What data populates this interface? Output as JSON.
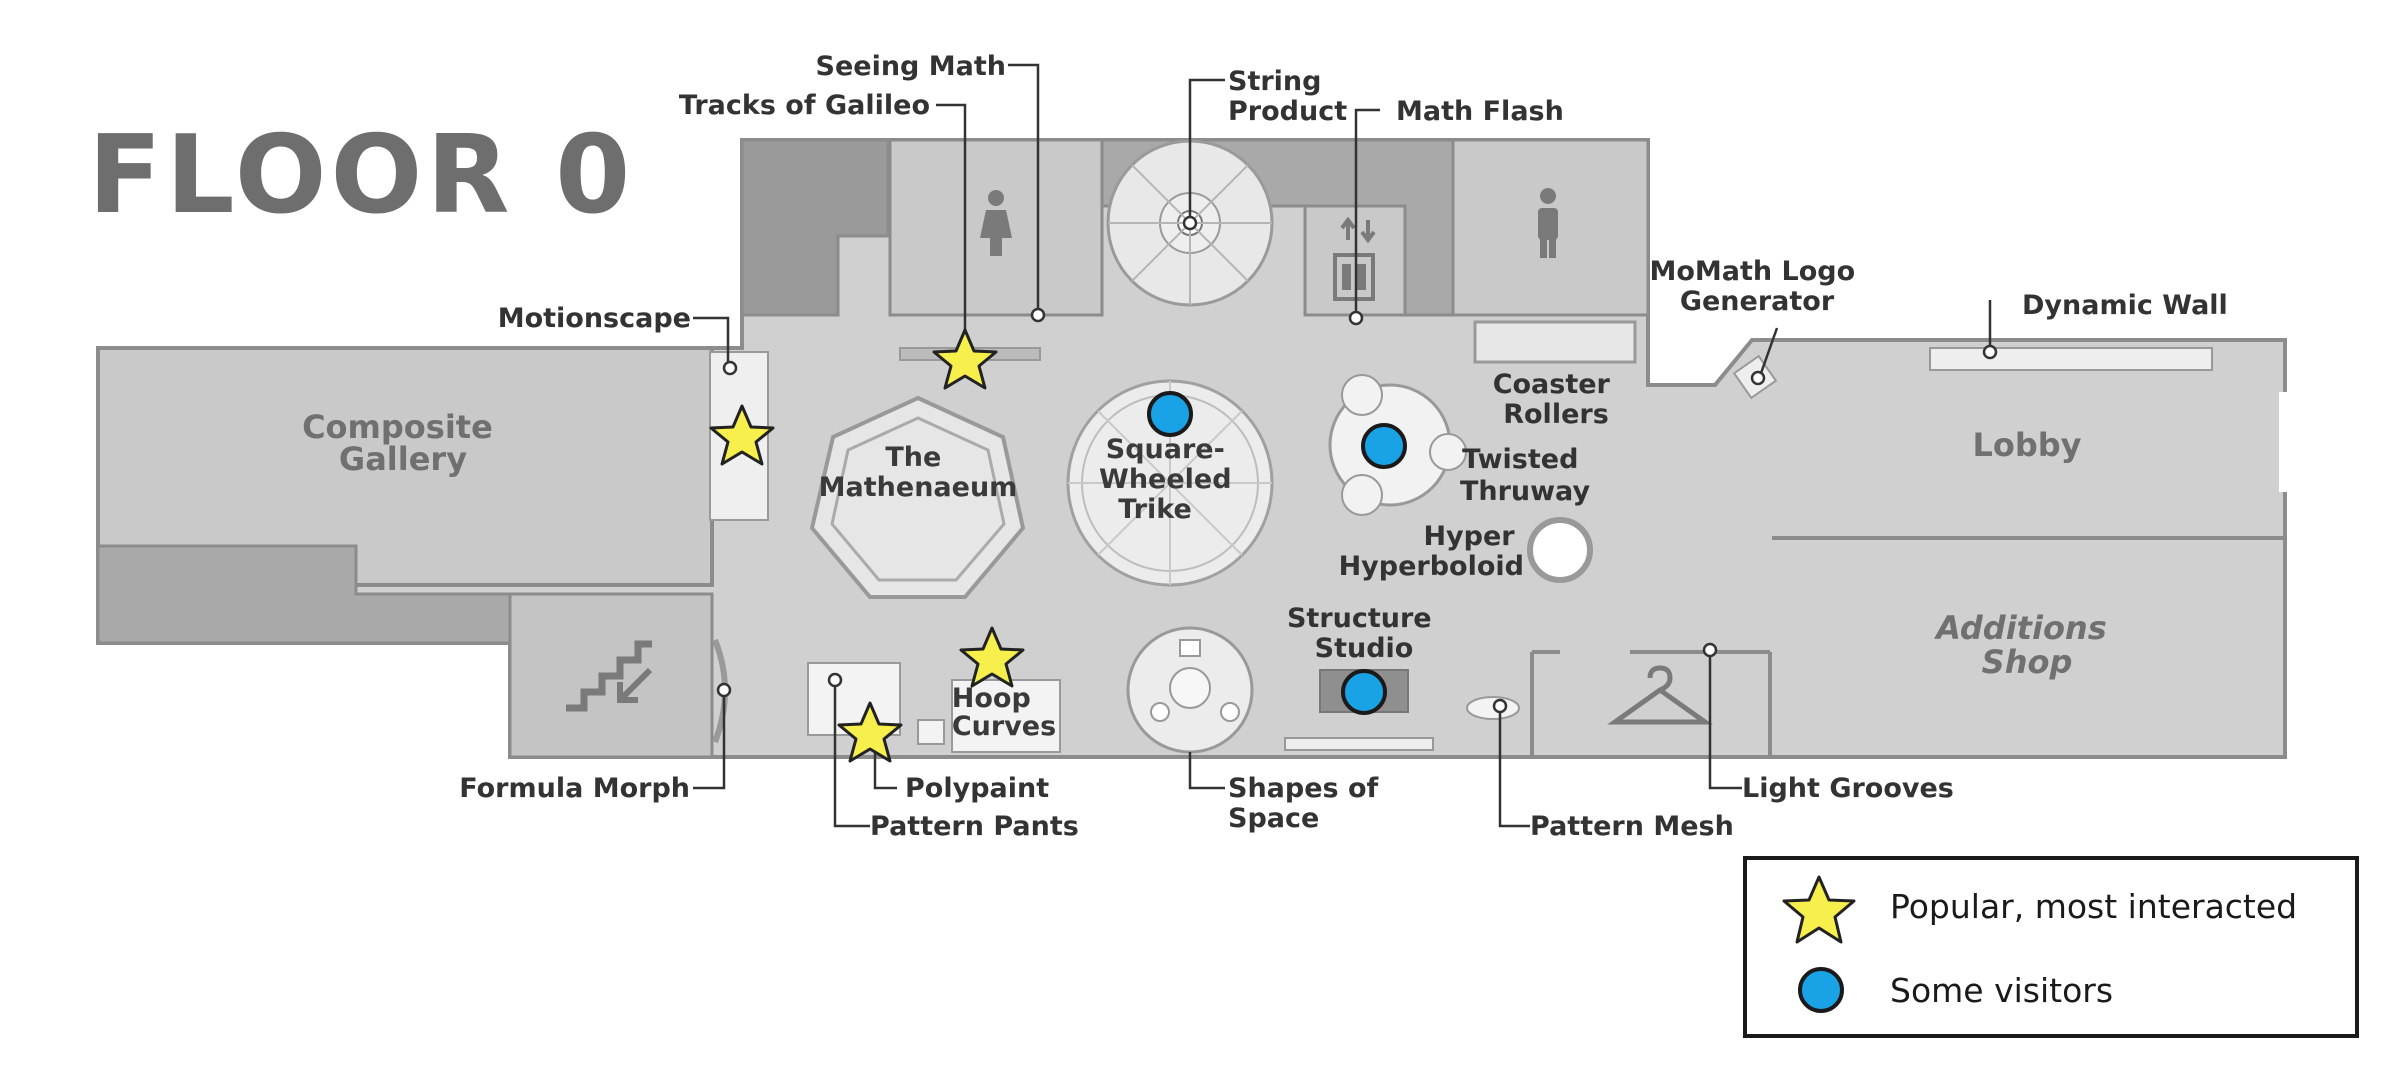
{
  "title": "FLOOR 0",
  "colors": {
    "floor": "#d0d0d0",
    "walls": "#8c8c8c",
    "dark_zone": "#a9a9a9",
    "text": "#333333",
    "star_fill": "#f6ef4c",
    "circle_fill": "#19a3e6"
  },
  "rooms": {
    "composite_gallery": [
      "Composite",
      "Gallery"
    ],
    "lobby": "Lobby",
    "additions_shop": [
      "Additions",
      "Shop"
    ]
  },
  "exhibits": {
    "seeing_math": "Seeing Math",
    "tracks_of_galileo": "Tracks of Galileo",
    "string_product": [
      "String",
      "Product"
    ],
    "math_flash": "Math Flash",
    "momath_logo_generator": [
      "MoMath Logo",
      "Generator"
    ],
    "dynamic_wall": "Dynamic Wall",
    "motionscape": "Motionscape",
    "the_mathenaeum": [
      "The",
      "Mathenaeum"
    ],
    "square_wheeled_trike": [
      "Square-",
      "Wheeled",
      "Trike"
    ],
    "twisted_thruway": [
      "Twisted",
      "Thruway"
    ],
    "coaster_rollers": [
      "Coaster",
      "Rollers"
    ],
    "hyper_hyperboloid": [
      "Hyper",
      "Hyperboloid"
    ],
    "structure_studio": [
      "Structure",
      "Studio"
    ],
    "hoop_curves": [
      "Hoop",
      "Curves"
    ],
    "formula_morph": "Formula Morph",
    "polypaint": "Polypaint",
    "pattern_pants": "Pattern Pants",
    "shapes_of_space": [
      "Shapes of",
      "Space"
    ],
    "pattern_mesh": "Pattern Mesh",
    "light_grooves": "Light Grooves"
  },
  "markers": {
    "popular": [
      "Tracks of Galileo",
      "Motionscape",
      "Hoop Curves",
      "Polypaint"
    ],
    "some_visitors": [
      "Square-Wheeled Trike",
      "Twisted Thruway",
      "Structure Studio"
    ]
  },
  "legend": {
    "popular_label": "Popular, most interacted",
    "some_visitors_label": "Some visitors"
  }
}
